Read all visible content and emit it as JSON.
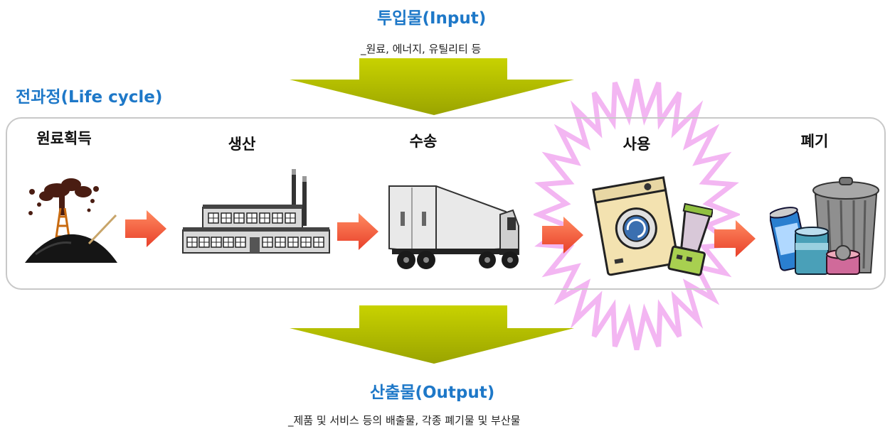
{
  "input": {
    "title": "투입물(Input)",
    "subtitle": "_원료, 에너지, 유틸리티 등"
  },
  "lifecycle": {
    "title": "전과정(Life cycle)"
  },
  "stages": [
    {
      "label": "원료획득",
      "icon": "oil-well-icon"
    },
    {
      "label": "생산",
      "icon": "factory-icon"
    },
    {
      "label": "수송",
      "icon": "truck-icon"
    },
    {
      "label": "사용",
      "icon": "appliances-icon"
    },
    {
      "label": "폐기",
      "icon": "trash-can-icon"
    }
  ],
  "output": {
    "title": "산출물(Output)",
    "subtitle": "_제품 및 서비스 등의 배출물, 각종 폐기물 및 부산물"
  },
  "colors": {
    "blue_title": "#1e78c8",
    "big_arrow": "#b5bf00",
    "small_arrow": "#f25a3c",
    "starburst": "#f3b6f2",
    "frame": "#c8c8c8"
  }
}
